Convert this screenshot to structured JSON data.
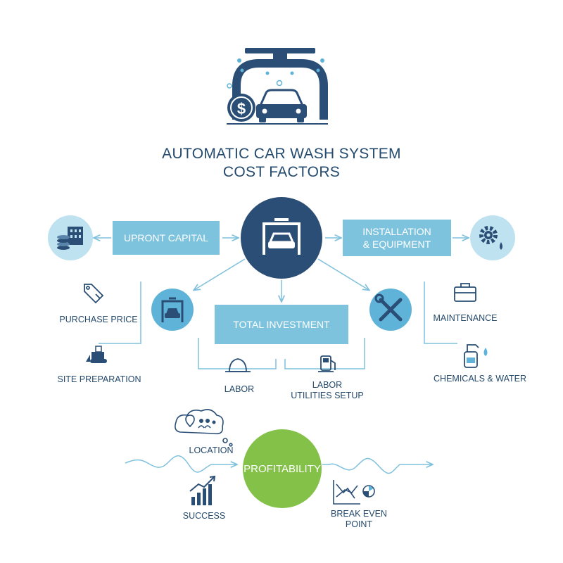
{
  "title": {
    "line1": "AUTOMATIC CAR WASH SYSTEM",
    "line2": "COST FACTORS"
  },
  "nodes": {
    "upfront_capital": "UPRONT CAPITAL",
    "installation_equipment": "INSTALLATION\n& EQUIPMENT",
    "total_investment": "TOTAL INVESTMENT",
    "purchase_price": "PURCHASE PRICE",
    "site_preparation": "SITE PREPARATION",
    "maintenance": "MAINTENANCE",
    "chemicals_water": "CHEMICALS & WATER",
    "labor": "LABOR",
    "labor_utilities": "LABOR\nUTILITIES SETUP",
    "location": "LOCATION",
    "profitability": "PROFITABILITY",
    "success": "SUCCESS",
    "break_even": "BREAK EVEN POINT"
  },
  "icons": {
    "header": "car-wash-dollar-icon",
    "hub": "car-wash-icon",
    "capital": "money-building-icon",
    "equipment": "gear-drop-icon",
    "price": "price-tag-icon",
    "site": "bulldozer-icon",
    "wash_small": "car-wash-icon",
    "tools": "wrench-screwdriver-icon",
    "maintenance": "toolbox-icon",
    "chemicals": "spray-bottle-icon",
    "labor": "hard-hat-icon",
    "utilities": "fuel-pump-icon",
    "location": "location-people-cloud-icon",
    "success": "bar-chart-growth-icon",
    "break_even": "break-even-chart-icon"
  },
  "colors": {
    "navy": "#2a4e75",
    "light_blue": "#7ec3de",
    "pale_blue": "#bfe2f1",
    "arrow": "#7fc0dd",
    "green": "#84c148"
  }
}
